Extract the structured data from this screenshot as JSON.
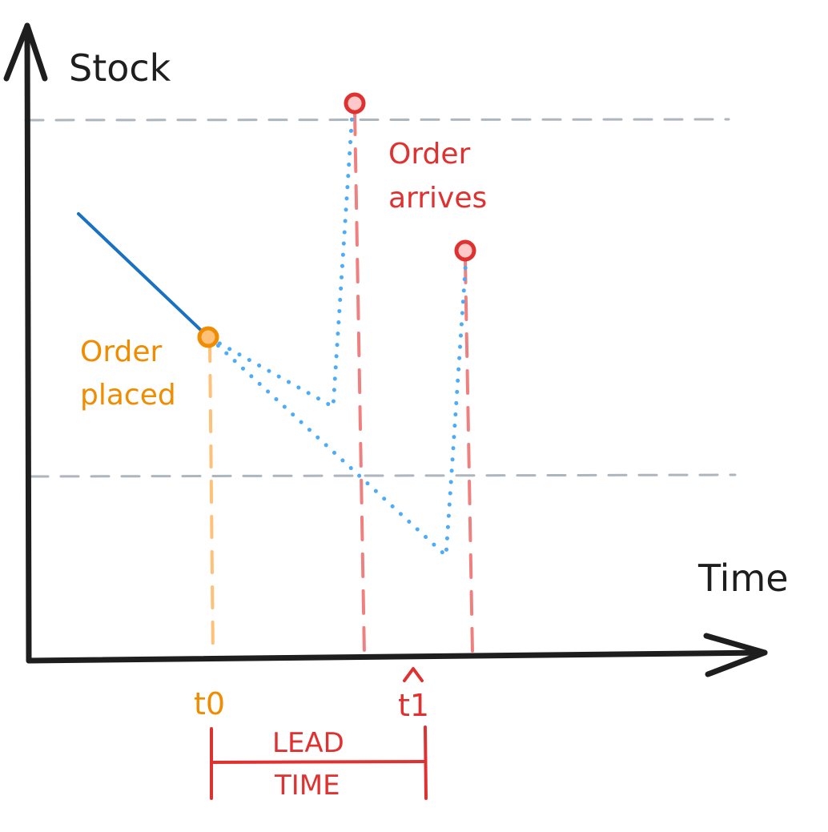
{
  "axes": {
    "y_label": "Stock",
    "x_label": "Time"
  },
  "annotations": {
    "order_placed_line1": "Order",
    "order_placed_line2": "placed",
    "order_arrives_line1": "Order",
    "order_arrives_line2": "arrives"
  },
  "ticks": {
    "t0": "t0",
    "t1": "t1"
  },
  "lead_time": {
    "line1": "LEAD",
    "line2": "TIME"
  },
  "colors": {
    "axis": "#1e1e1e",
    "stock_solid": "#1971c2",
    "stock_dotted": "#4dabf7",
    "order_placed": "#f08c00",
    "order_placed_line": "#ffc078",
    "order_arrives": "#e03131",
    "order_arrives_line": "#f08080",
    "arrival_marker_fill": "#ffc9c9",
    "reference_line": "#adb5bd"
  }
}
